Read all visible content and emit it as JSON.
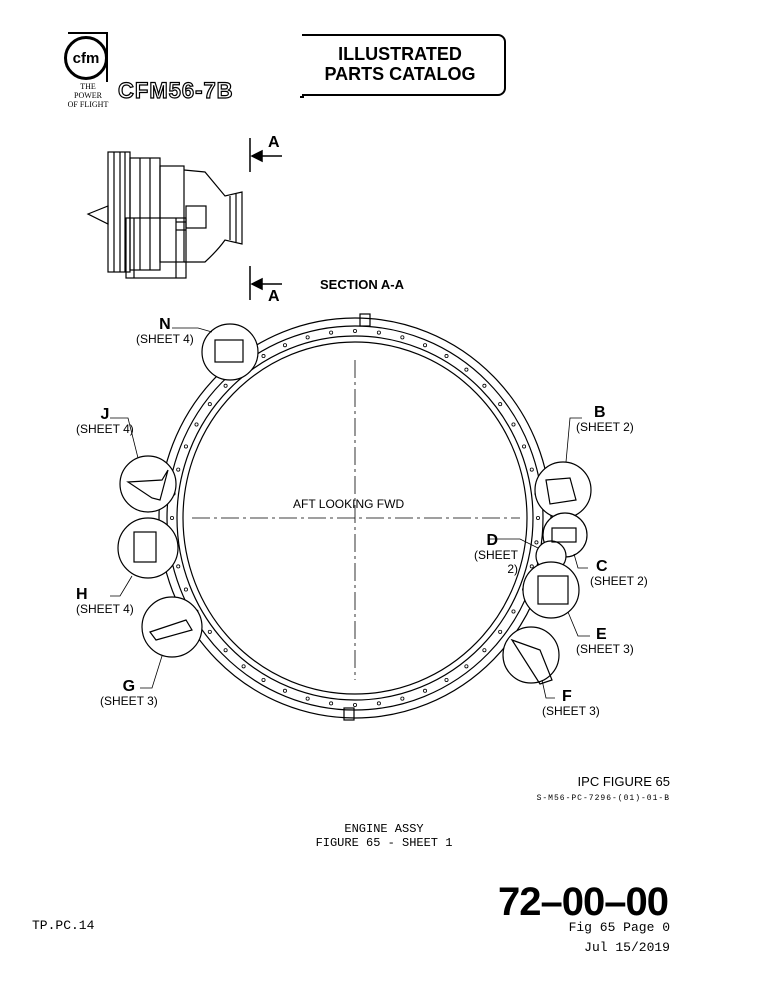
{
  "header": {
    "logo_text": "cfm",
    "tagline": [
      "THE POWER",
      "OF FLIGHT"
    ],
    "engine_model": "CFM56-7B",
    "doc_title": [
      "ILLUSTRATED",
      "PARTS CATALOG"
    ]
  },
  "diagram": {
    "section_marker": "A",
    "section_title": "SECTION A-A",
    "view_label": "AFT LOOKING FWD",
    "callouts": [
      {
        "letter": "N",
        "sheet": "(SHEET 4)"
      },
      {
        "letter": "J",
        "sheet": "(SHEET 4)"
      },
      {
        "letter": "H",
        "sheet": "(SHEET 4)"
      },
      {
        "letter": "G",
        "sheet": "(SHEET 3)"
      },
      {
        "letter": "B",
        "sheet": "(SHEET 2)"
      },
      {
        "letter": "D",
        "sheet": "(SHEET 2)"
      },
      {
        "letter": "C",
        "sheet": "(SHEET 2)"
      },
      {
        "letter": "E",
        "sheet": "(SHEET 3)"
      },
      {
        "letter": "F",
        "sheet": "(SHEET 3)"
      }
    ],
    "ipc_figure": "IPC FIGURE 65",
    "drawing_code": "S-M56-PC-7296-(01)-01-B"
  },
  "caption": {
    "line1": "ENGINE ASSY",
    "line2": "FIGURE 65 - SHEET 1"
  },
  "footer": {
    "template_id": "TP.PC.14",
    "chapter": "72–00–00",
    "fig_page": "Fig 65 Page 0",
    "date": "Jul 15/2019"
  }
}
